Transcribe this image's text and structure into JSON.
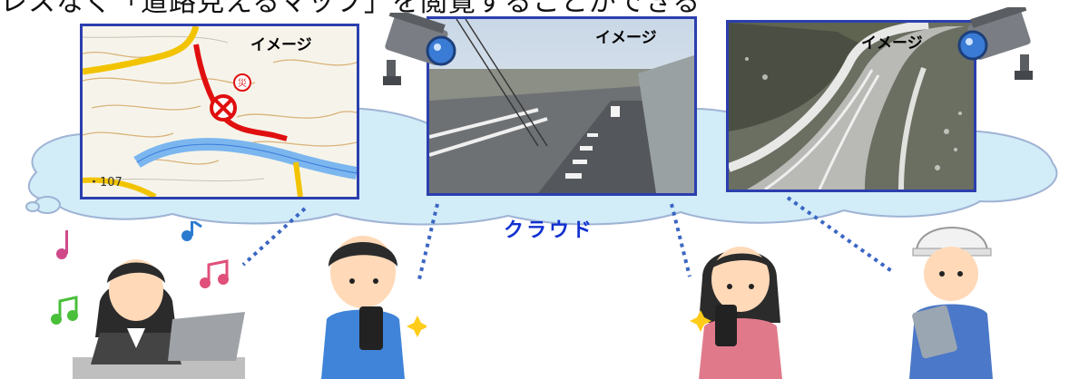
{
  "headline": "レスなく「道路見えるマップ」を閲覧することができる",
  "panels": {
    "map": {
      "label": "イメージ",
      "elevation": "・107",
      "disaster_mark": "災"
    },
    "camera1": {
      "label": "イメージ"
    },
    "camera2": {
      "label": "イメージ"
    }
  },
  "cloud": {
    "label": "クラウド"
  },
  "colors": {
    "frame": "#2b3fae",
    "cloud": "#d2ecf8",
    "cloud_border": "#9fb3d4",
    "dots": "#3a66c4",
    "cloud_text": "#1030d0"
  }
}
